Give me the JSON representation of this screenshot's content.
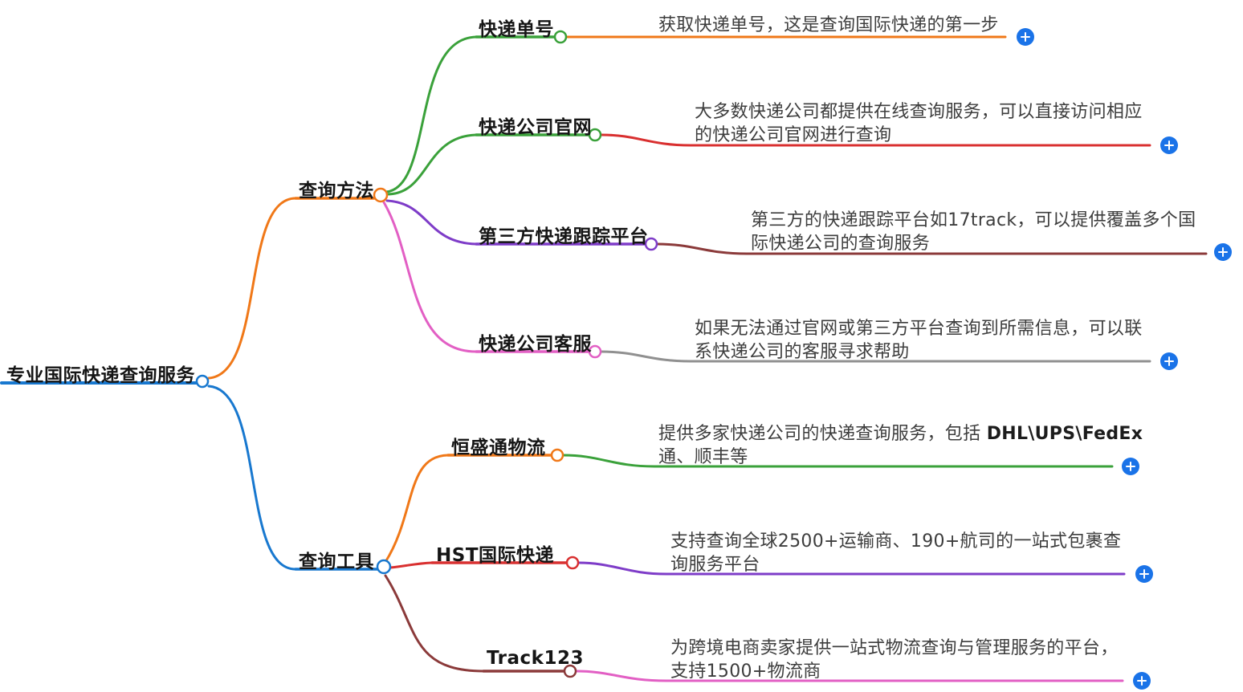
{
  "palette": {
    "root_blue": "#1878cf",
    "orange": "#f07818",
    "green": "#3aa13a",
    "red": "#d93030",
    "purple": "#7e3cc8",
    "maroon": "#8b3a3a",
    "pink": "#e25fc4",
    "gray": "#909090",
    "plus_blue": "#1a73e8",
    "label_text": "#151515",
    "desc_text": "#3d3d3d"
  },
  "root": {
    "label": "专业国际快递查询服务"
  },
  "branches": {
    "methods": {
      "label": "查询方法"
    },
    "tools": {
      "label": "查询工具"
    }
  },
  "nodes": {
    "tracking_number": {
      "label": "快递单号",
      "desc_line1": "获取快递单号，这是查询国际快递的第一步"
    },
    "official_website": {
      "label": "快递公司官网",
      "desc_line1": "大多数快递公司都提供在线查询服务，可以直接访问相应",
      "desc_line2": "的快递公司官网进行查询"
    },
    "third_party_platform": {
      "label": "第三方快递跟踪平台",
      "desc_line1": "第三方的快递跟踪平台如17track，可以提供覆盖多个国",
      "desc_line2": "际快递公司的查询服务"
    },
    "customer_service": {
      "label": "快递公司客服",
      "desc_line1": "如果无法通过官网或第三方平台查询到所需信息，可以联",
      "desc_line2": "系快递公司的客服寻求帮助"
    },
    "hengshengtong": {
      "label": "恒盛通物流",
      "desc_line1_pre": "提供多家快递公司的快递查询服务，包括 ",
      "desc_line1_bold": "DHL\\UPS\\FedEx",
      "desc_line2": "通、顺丰等"
    },
    "hst": {
      "label": "HST国际快递",
      "desc_line1": "支持查询全球2500+运输商、190+航司的一站式包裹查",
      "desc_line2": "询服务平台"
    },
    "track123": {
      "label": "Track123",
      "desc_line1": "为跨境电商卖家提供一站式物流查询与管理服务的平台，",
      "desc_line2": "支持1500+物流商"
    }
  }
}
